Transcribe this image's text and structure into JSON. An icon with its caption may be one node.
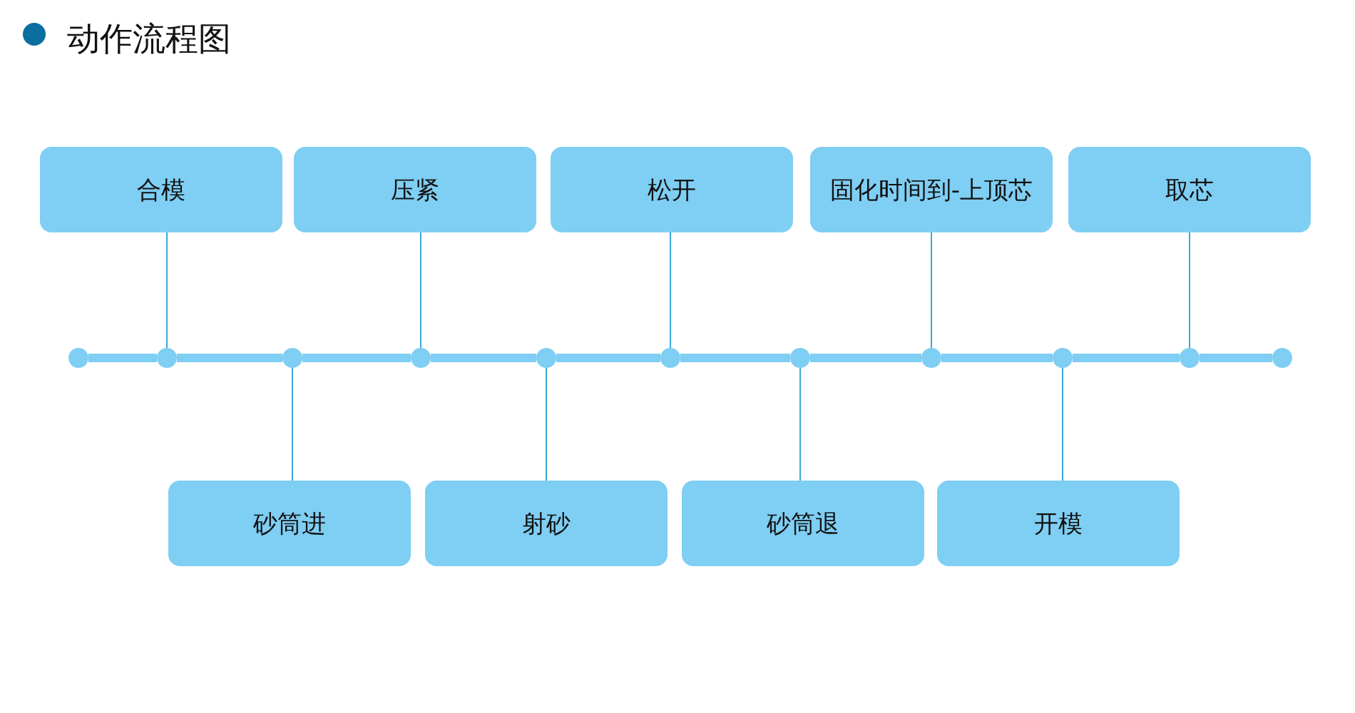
{
  "diagram": {
    "title": "动作流程图",
    "nodes": [
      {
        "text": [
          "合模"
        ]
      },
      {
        "text": [
          "压紧"
        ]
      },
      {
        "text": [
          "松开"
        ]
      },
      {
        "text": [
          "固化时间到-上顶芯"
        ]
      },
      {
        "text": [
          "取芯"
        ]
      },
      {
        "text": [
          "砂筒进"
        ]
      },
      {
        "text": [
          "射砂"
        ]
      },
      {
        "text": [
          "砂筒退"
        ]
      },
      {
        "text": [
          "开模"
        ]
      },
      {
        "text": [],
        "shape": "circle"
      },
      {
        "text": [],
        "shape": "circle"
      },
      {
        "text": [],
        "shape": "circle"
      },
      {
        "text": [],
        "shape": "circle"
      },
      {
        "text": [],
        "shape": "circle"
      },
      {
        "text": [],
        "shape": "circle"
      },
      {
        "text": [],
        "shape": "circle"
      },
      {
        "text": [],
        "shape": "circle"
      },
      {
        "text": [],
        "shape": "circle"
      },
      {
        "text": [],
        "shape": "circle"
      },
      {
        "text": [],
        "shape": "circle"
      }
    ],
    "edges": [
      {
        "from": 0,
        "to": 10,
        "arrow": "none",
        "color": "#3aa8d8"
      },
      {
        "from": 1,
        "to": 12,
        "arrow": "none",
        "color": "#3aa8d8"
      },
      {
        "from": 2,
        "to": 14,
        "arrow": "none",
        "color": "#3aa8d8"
      },
      {
        "from": 3,
        "to": 16,
        "arrow": "none",
        "color": "#3aa8d8"
      },
      {
        "from": 4,
        "to": 18,
        "arrow": "none",
        "color": "#3aa8d8"
      },
      {
        "from": 5,
        "to": 11,
        "arrow": "none",
        "color": "#3aa8d8"
      },
      {
        "from": 6,
        "to": 13,
        "arrow": "none",
        "color": "#3aa8d8"
      },
      {
        "from": 7,
        "to": 15,
        "arrow": "none",
        "color": "#3aa8d8"
      },
      {
        "from": 8,
        "to": 17,
        "arrow": "none",
        "color": "#3aa8d8"
      },
      {
        "from": 9,
        "to": 10,
        "arrow": "none"
      },
      {
        "from": 10,
        "to": 11,
        "arrow": "none"
      },
      {
        "from": 11,
        "to": 12,
        "arrow": "none"
      },
      {
        "from": 12,
        "to": 13,
        "arrow": "none"
      },
      {
        "from": 13,
        "to": 14,
        "arrow": "none"
      },
      {
        "from": 14,
        "to": 15,
        "arrow": "none"
      },
      {
        "from": 15,
        "to": 16,
        "arrow": "none"
      },
      {
        "from": 16,
        "to": 17,
        "arrow": "none"
      },
      {
        "from": 17,
        "to": 18,
        "arrow": "none"
      },
      {
        "from": 18,
        "to": 19,
        "arrow": "none"
      }
    ]
  }
}
